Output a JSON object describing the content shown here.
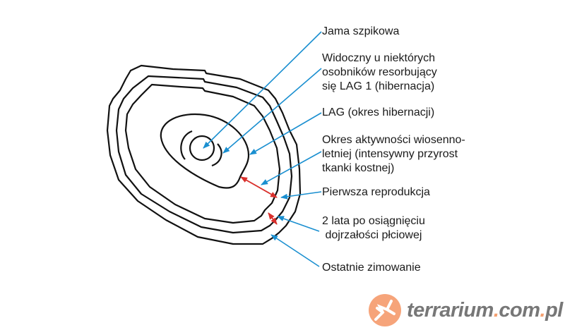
{
  "labels": [
    {
      "lines": [
        "Jama szpikowa"
      ]
    },
    {
      "lines": [
        "Widoczny u niektórych",
        "osobników resorbujący",
        "się LAG 1 (hibernacja)"
      ]
    },
    {
      "lines": [
        "LAG (okres hibernacji)"
      ]
    },
    {
      "lines": [
        "Okres aktywności wiosenno-",
        "letniej (intensywny przyrost",
        "tkanki kostnej)"
      ]
    },
    {
      "lines": [
        "Pierwsza reprodukcja"
      ]
    },
    {
      "lines": [
        "2 lata po osiągnięciu",
        " dojrzałości płciowej"
      ]
    },
    {
      "lines": [
        "Ostatnie zimowanie"
      ]
    }
  ],
  "logo": {
    "part1": "terrarium",
    "dot1": ".",
    "part2": "com",
    "dot2": ".",
    "part3": "pl"
  },
  "colors": {
    "pointer": "#1a8fd0",
    "interval": "#d9302c",
    "outline": "#111111",
    "logo_orange": "#f4a070"
  }
}
